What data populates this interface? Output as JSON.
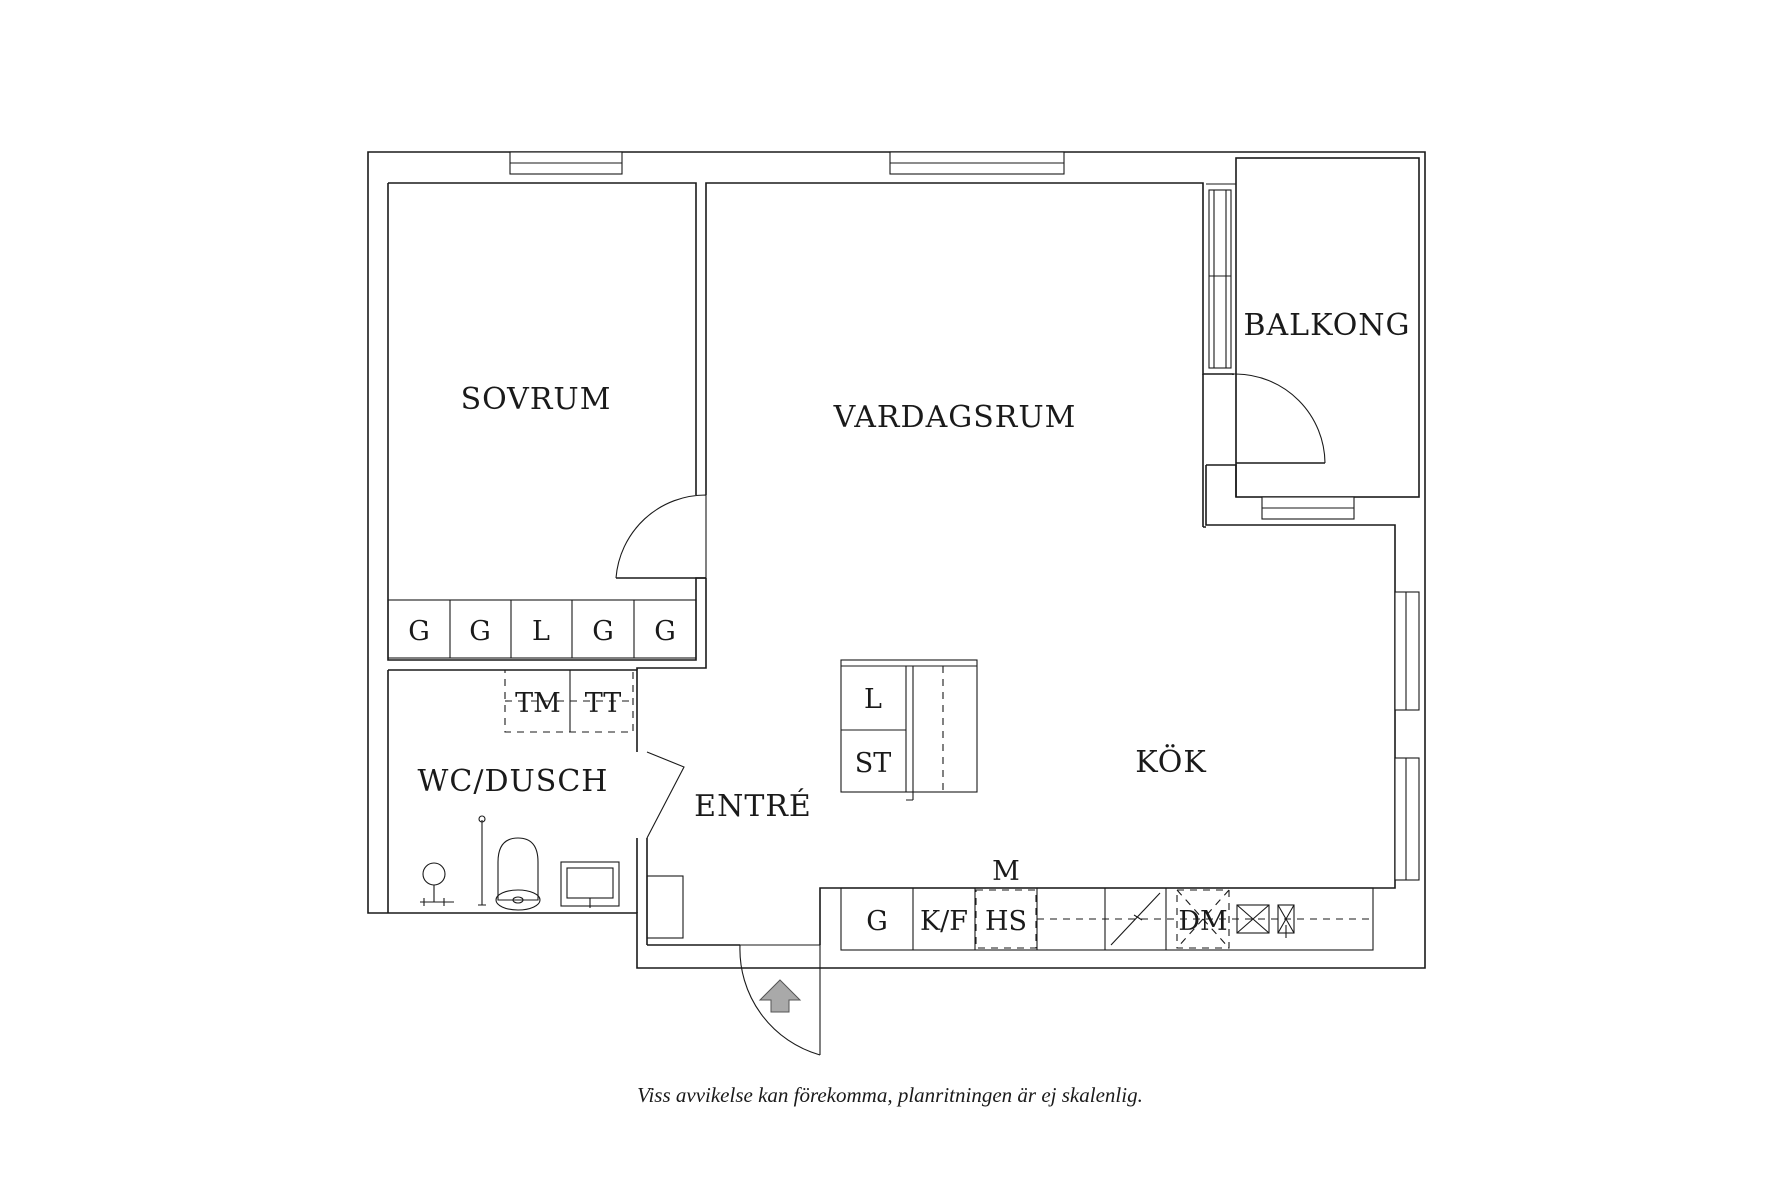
{
  "rooms": {
    "sovrum": "SOVRUM",
    "vardagsrum": "VARDAGSRUM",
    "balkong": "BALKONG",
    "wc_dusch": "WC/DUSCH",
    "entre": "ENTRÉ",
    "kok": "KÖK"
  },
  "wardrobes": [
    "G",
    "G",
    "L",
    "G",
    "G"
  ],
  "bath_units": [
    "TM",
    "TT"
  ],
  "island": [
    "L",
    "ST"
  ],
  "kitchen_units": {
    "g": "G",
    "kf": "K/F",
    "m": "M",
    "hs": "HS",
    "dm": "DM"
  },
  "disclaimer": "Viss avvikelse kan förekomma, planritningen är ej skalenlig."
}
